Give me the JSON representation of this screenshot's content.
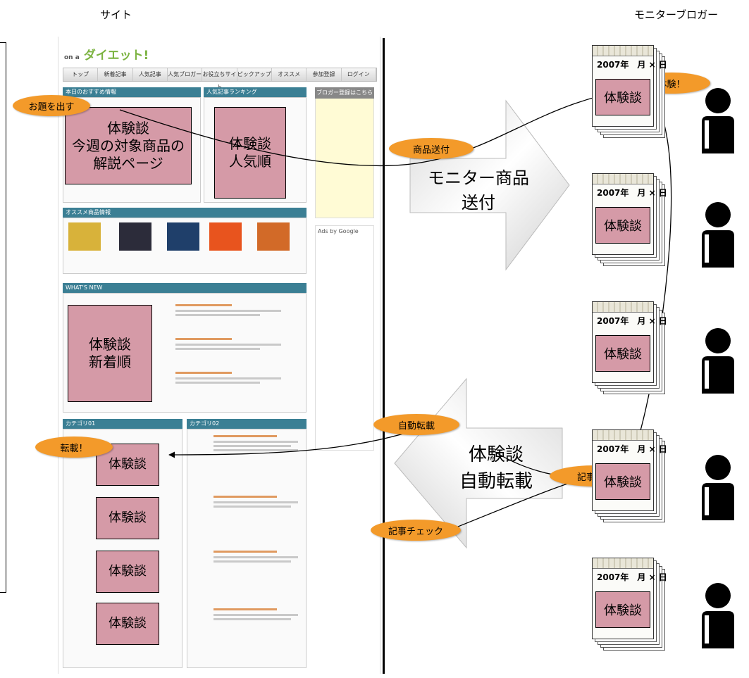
{
  "headings": {
    "site": "サイト",
    "bloggers": "モニターブロガー"
  },
  "site_mock": {
    "logo": "ダイエット!",
    "logo_prefix": "on a",
    "nav": [
      "トップ",
      "新着記事",
      "人気記事",
      "人気ブロガー",
      "お役立ちサイト",
      "ピックアップ",
      "オススメ",
      "参加登録",
      "ログイン"
    ],
    "panels": {
      "today": "本日のおすすめ情報",
      "ranking": "人気記事ランキング",
      "recommend": "オススメ商品情報",
      "whats_new": "WHAT'S NEW",
      "cat1": "カテゴリ01",
      "cat2": "カテゴリ02",
      "side": "ブロガー登録はこちら",
      "ads": "Ads by Google"
    }
  },
  "boxes": {
    "featured": "体験談\n今週の対象商品の\n解説ページ",
    "popular": "体験談\n人気順",
    "new": "体験談\n新着順",
    "item": "体験談"
  },
  "arrows": {
    "send": "モニター商品\n送付",
    "repost": "体験談\n自動転載"
  },
  "labels": {
    "topic": "お題を出す",
    "ship": "商品送付",
    "experience": "体験！",
    "auto_repost": "自動転載",
    "reposted": "転載！",
    "article_update": "記事更新",
    "article_check": "記事チェック"
  },
  "calendar": {
    "year_label": "2007年　月 × 日",
    "content": "体験談"
  },
  "colors": {
    "pink": "#d59aa7",
    "orange": "#f39a2a",
    "panel_header": "#3b7f94"
  }
}
